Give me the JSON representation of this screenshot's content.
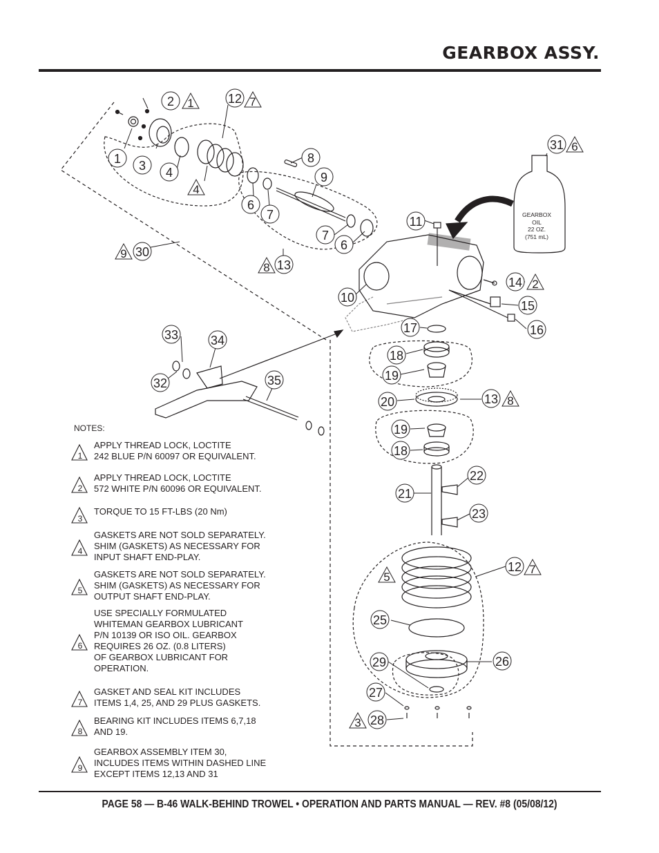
{
  "page": {
    "title": "GEARBOX ASSY.",
    "footer": "PAGE 58 — B-46 WALK-BEHIND TROWEL • OPERATION AND PARTS MANUAL — REV. #8 (05/08/12)"
  },
  "bottle": {
    "label": "GEARBOX\nOIL\n22 OZ.\n(751 mL)"
  },
  "callouts": [
    "1",
    "2",
    "3",
    "4",
    "6",
    "7",
    "8",
    "9",
    "10",
    "11",
    "12",
    "13",
    "14",
    "15",
    "16",
    "17",
    "18",
    "19",
    "20",
    "21",
    "22",
    "23",
    "25",
    "26",
    "27",
    "28",
    "29",
    "31",
    "32",
    "33",
    "34",
    "35",
    "6",
    "7",
    "18",
    "19",
    "12",
    "30",
    "13"
  ],
  "note_flags": [
    "1",
    "2",
    "7",
    "4",
    "6",
    "9",
    "8",
    "5",
    "3"
  ],
  "notes": {
    "heading": "NOTES:",
    "items": [
      {
        "num": "1",
        "text": "APPLY THREAD LOCK, LOCTITE\n242 BLUE P/N 60097 OR EQUIVALENT."
      },
      {
        "num": "2",
        "text": "APPLY THREAD LOCK, LOCTITE\n572 WHITE P/N 60096 OR EQUIVALENT."
      },
      {
        "num": "3",
        "text": "TORQUE TO  15 FT-LBS (20 Nm)"
      },
      {
        "num": "4",
        "text": "GASKETS ARE NOT SOLD SEPARATELY.\nSHIM (GASKETS) AS NECESSARY FOR\nINPUT SHAFT END-PLAY."
      },
      {
        "num": "5",
        "text": "GASKETS ARE NOT SOLD SEPARATELY.\nSHIM (GASKETS) AS NECESSARY FOR\nOUTPUT SHAFT END-PLAY."
      },
      {
        "num": "6",
        "text": "USE SPECIALLY FORMULATED\nWHITEMAN GEARBOX LUBRICANT\nP/N 10139 OR ISO OIL. GEARBOX\nREQUIRES 26 OZ. (0.8 LITERS)\nOF GEARBOX LUBRICANT FOR\nOPERATION."
      },
      {
        "num": "7",
        "text": "GASKET AND SEAL KIT INCLUDES\nITEMS 1,4, 25, AND 29  PLUS GASKETS."
      },
      {
        "num": "8",
        "text": "BEARING KIT INCLUDES ITEMS 6,7,18\nAND 19."
      },
      {
        "num": "9",
        "text": "GEARBOX ASSEMBLY ITEM 30,\nINCLUDES ITEMS WITHIN DASHED LINE\nEXCEPT ITEMS 12,13 AND 31"
      }
    ]
  }
}
